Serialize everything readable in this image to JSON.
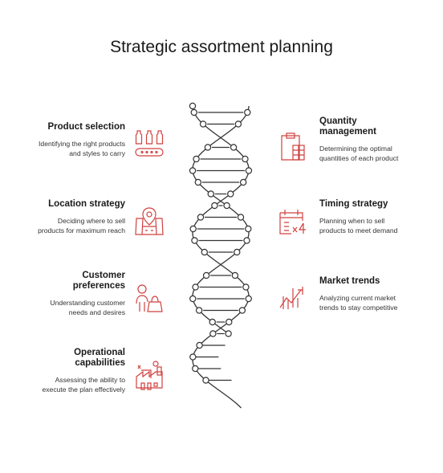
{
  "title": "Strategic assortment planning",
  "accent_color": "#d0413f",
  "line_color": "#333333",
  "items": [
    {
      "side": "left",
      "title": "Product selection",
      "description": "Identifying the right products and styles to carry",
      "icon": "bottles-conveyor-icon"
    },
    {
      "side": "right",
      "title": "Quantity management",
      "description": "Determining the optimal quantities of each product",
      "icon": "clipboard-calculator-icon"
    },
    {
      "side": "left",
      "title": "Location strategy",
      "description": "Deciding where to sell products for maximum reach",
      "icon": "map-pin-icon"
    },
    {
      "side": "right",
      "title": "Timing strategy",
      "description": "Planning when to sell products to meet demand",
      "icon": "calendar-times-four-icon"
    },
    {
      "side": "left",
      "title": "Customer preferences",
      "description": "Understanding customer needs and desires",
      "icon": "person-shopping-bag-icon"
    },
    {
      "side": "right",
      "title": "Market trends",
      "description": "Analyzing current market trends to stay competitive",
      "icon": "trend-arrows-icon"
    },
    {
      "side": "left",
      "title": "Operational capabilities",
      "description": "Assessing the ability to execute the plan effectively",
      "icon": "factory-icon"
    }
  ]
}
